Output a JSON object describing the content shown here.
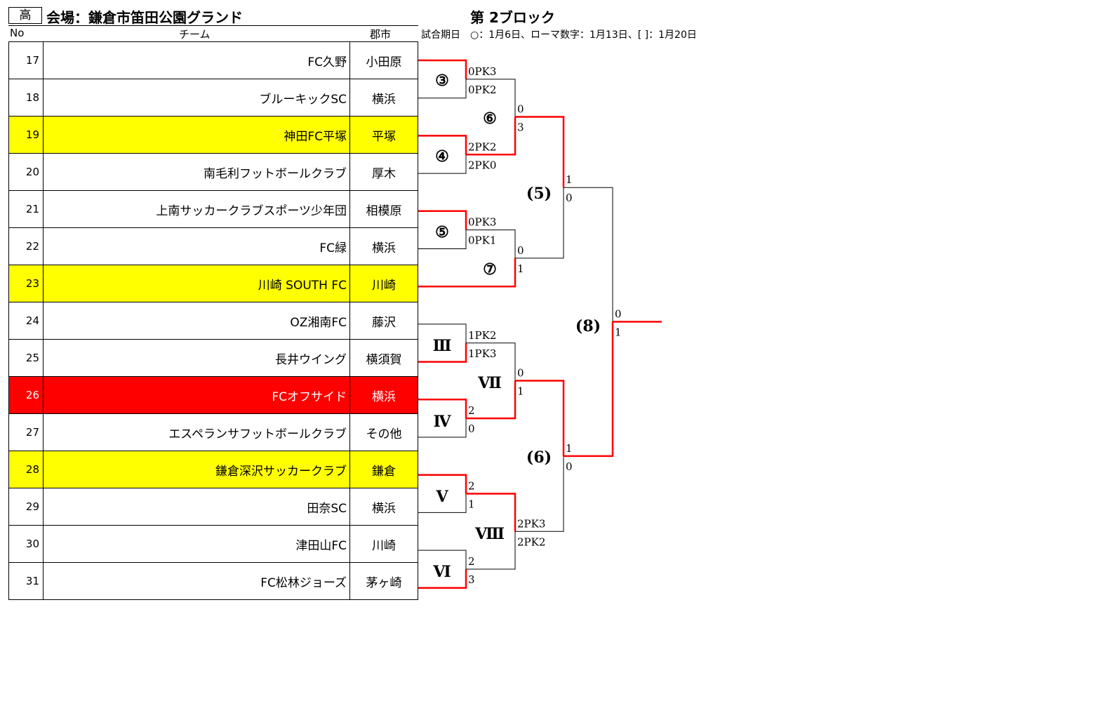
{
  "header": {
    "level": "高",
    "venue": "会場：鎌倉市笛田公園グランド",
    "block": "第 2ブロック",
    "col_no": "No",
    "col_team": "チーム",
    "col_city": "郡市",
    "schedule_note": "試合期日　○：1月6日、ローマ数字：1月13日、[ ]：1月20日"
  },
  "colors": {
    "highlight_yellow": "#ffff00",
    "highlight_red": "#ff0000",
    "bracket_win": "#ff0000",
    "bracket_line": "#000000"
  },
  "teams": [
    {
      "no": "17",
      "name": "FC久野",
      "city": "小田原",
      "hl": ""
    },
    {
      "no": "18",
      "name": "ブルーキックSC",
      "city": "横浜",
      "hl": ""
    },
    {
      "no": "19",
      "name": "神田FC平塚",
      "city": "平塚",
      "hl": "yellow"
    },
    {
      "no": "20",
      "name": "南毛利フットボールクラブ",
      "city": "厚木",
      "hl": ""
    },
    {
      "no": "21",
      "name": "上南サッカークラブスポーツ少年団",
      "city": "相模原",
      "hl": ""
    },
    {
      "no": "22",
      "name": "FC緑",
      "city": "横浜",
      "hl": ""
    },
    {
      "no": "23",
      "name": "川崎 SOUTH FC",
      "city": "川崎",
      "hl": "yellow"
    },
    {
      "no": "24",
      "name": "OZ湘南FC",
      "city": "藤沢",
      "hl": ""
    },
    {
      "no": "25",
      "name": "長井ウイング",
      "city": "横須賀",
      "hl": ""
    },
    {
      "no": "26",
      "name": "FCオフサイド",
      "city": "横浜",
      "hl": "red"
    },
    {
      "no": "27",
      "name": "エスペランサフットボールクラブ",
      "city": "その他",
      "hl": ""
    },
    {
      "no": "28",
      "name": "鎌倉深沢サッカークラブ",
      "city": "鎌倉",
      "hl": "yellow"
    },
    {
      "no": "29",
      "name": "田奈SC",
      "city": "横浜",
      "hl": ""
    },
    {
      "no": "30",
      "name": "津田山FC",
      "city": "川崎",
      "hl": ""
    },
    {
      "no": "31",
      "name": "FC松林ジョーズ",
      "city": "茅ヶ崎",
      "hl": ""
    }
  ],
  "bracket": {
    "matches": [
      {
        "id": "m3",
        "label": "③",
        "top_score": "0PK3",
        "bottom_score": "0PK2",
        "winner": "top"
      },
      {
        "id": "m4",
        "label": "④",
        "top_score": "2PK2",
        "bottom_score": "2PK0",
        "winner": "top"
      },
      {
        "id": "m5",
        "label": "⑤",
        "top_score": "0PK3",
        "bottom_score": "0PK1",
        "winner": "top"
      },
      {
        "id": "m6",
        "label": "⑥",
        "top_score": "0",
        "bottom_score": "3",
        "winner": "bottom"
      },
      {
        "id": "m7",
        "label": "⑦",
        "top_score": "0",
        "bottom_score": "1",
        "winner": "bottom"
      },
      {
        "id": "mIII",
        "label": "Ⅲ",
        "top_score": "1PK2",
        "bottom_score": "1PK3",
        "winner": "bottom"
      },
      {
        "id": "mIV",
        "label": "Ⅳ",
        "top_score": "2",
        "bottom_score": "0",
        "winner": "top"
      },
      {
        "id": "mV",
        "label": "Ⅴ",
        "top_score": "2",
        "bottom_score": "1",
        "winner": "top"
      },
      {
        "id": "mVI",
        "label": "Ⅵ",
        "top_score": "2",
        "bottom_score": "3",
        "winner": "bottom"
      },
      {
        "id": "mVII",
        "label": "Ⅶ",
        "top_score": "0",
        "bottom_score": "1",
        "winner": "bottom"
      },
      {
        "id": "mVIII",
        "label": "Ⅷ",
        "top_score": "2PK3",
        "bottom_score": "2PK2",
        "winner": "top"
      },
      {
        "id": "p5",
        "label": "(5)",
        "top_score": "1",
        "bottom_score": "0",
        "winner": "top"
      },
      {
        "id": "p6",
        "label": "(6)",
        "top_score": "1",
        "bottom_score": "0",
        "winner": "top"
      },
      {
        "id": "p8",
        "label": "(8)",
        "top_score": "0",
        "bottom_score": "1",
        "winner": "bottom"
      }
    ]
  }
}
